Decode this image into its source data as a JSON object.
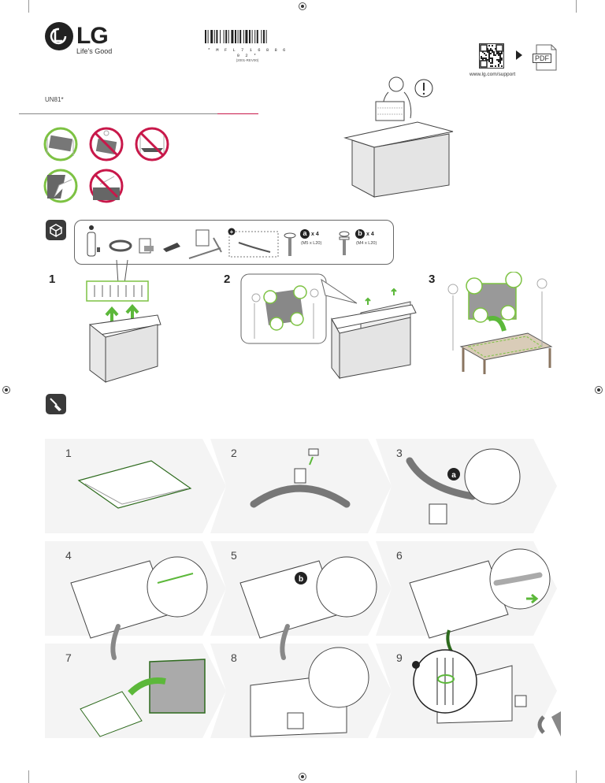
{
  "header": {
    "brand": "LG",
    "tagline": "Life's Good",
    "model": "UN81*",
    "barcode_number": "* M F L 7 1 6 8 8 6 0 2 *",
    "barcode_revision": "(2001-REV00)",
    "support_url": "www.lg.com/support",
    "pdf_label": "PDF"
  },
  "handling": {
    "do": [
      "two-person-carry",
      "grip-bottom"
    ],
    "dont": [
      "single-person-carry",
      "flat-carry",
      "touch-screen"
    ]
  },
  "components": {
    "optional_marker": "+",
    "screw_a": {
      "badge": "a",
      "qty": "x 4",
      "spec": "(M5 x L20)"
    },
    "screw_b": {
      "badge": "b",
      "qty": "x 4",
      "spec": "(M4 x L20)"
    }
  },
  "unpack_steps": [
    {
      "num": "1"
    },
    {
      "num": "2"
    },
    {
      "num": "3"
    }
  ],
  "assembly_steps": [
    {
      "num": "1"
    },
    {
      "num": "2"
    },
    {
      "num": "3",
      "badge": "a"
    },
    {
      "num": "4"
    },
    {
      "num": "5",
      "badge": "b"
    },
    {
      "num": "6"
    },
    {
      "num": "7"
    },
    {
      "num": "8"
    },
    {
      "num": "9",
      "marker": "+"
    }
  ],
  "colors": {
    "accent_green": "#6cc24a",
    "warning_red": "#c8184a",
    "panel_bg": "#f4f4f4",
    "icon_dark": "#3a3a3a"
  }
}
